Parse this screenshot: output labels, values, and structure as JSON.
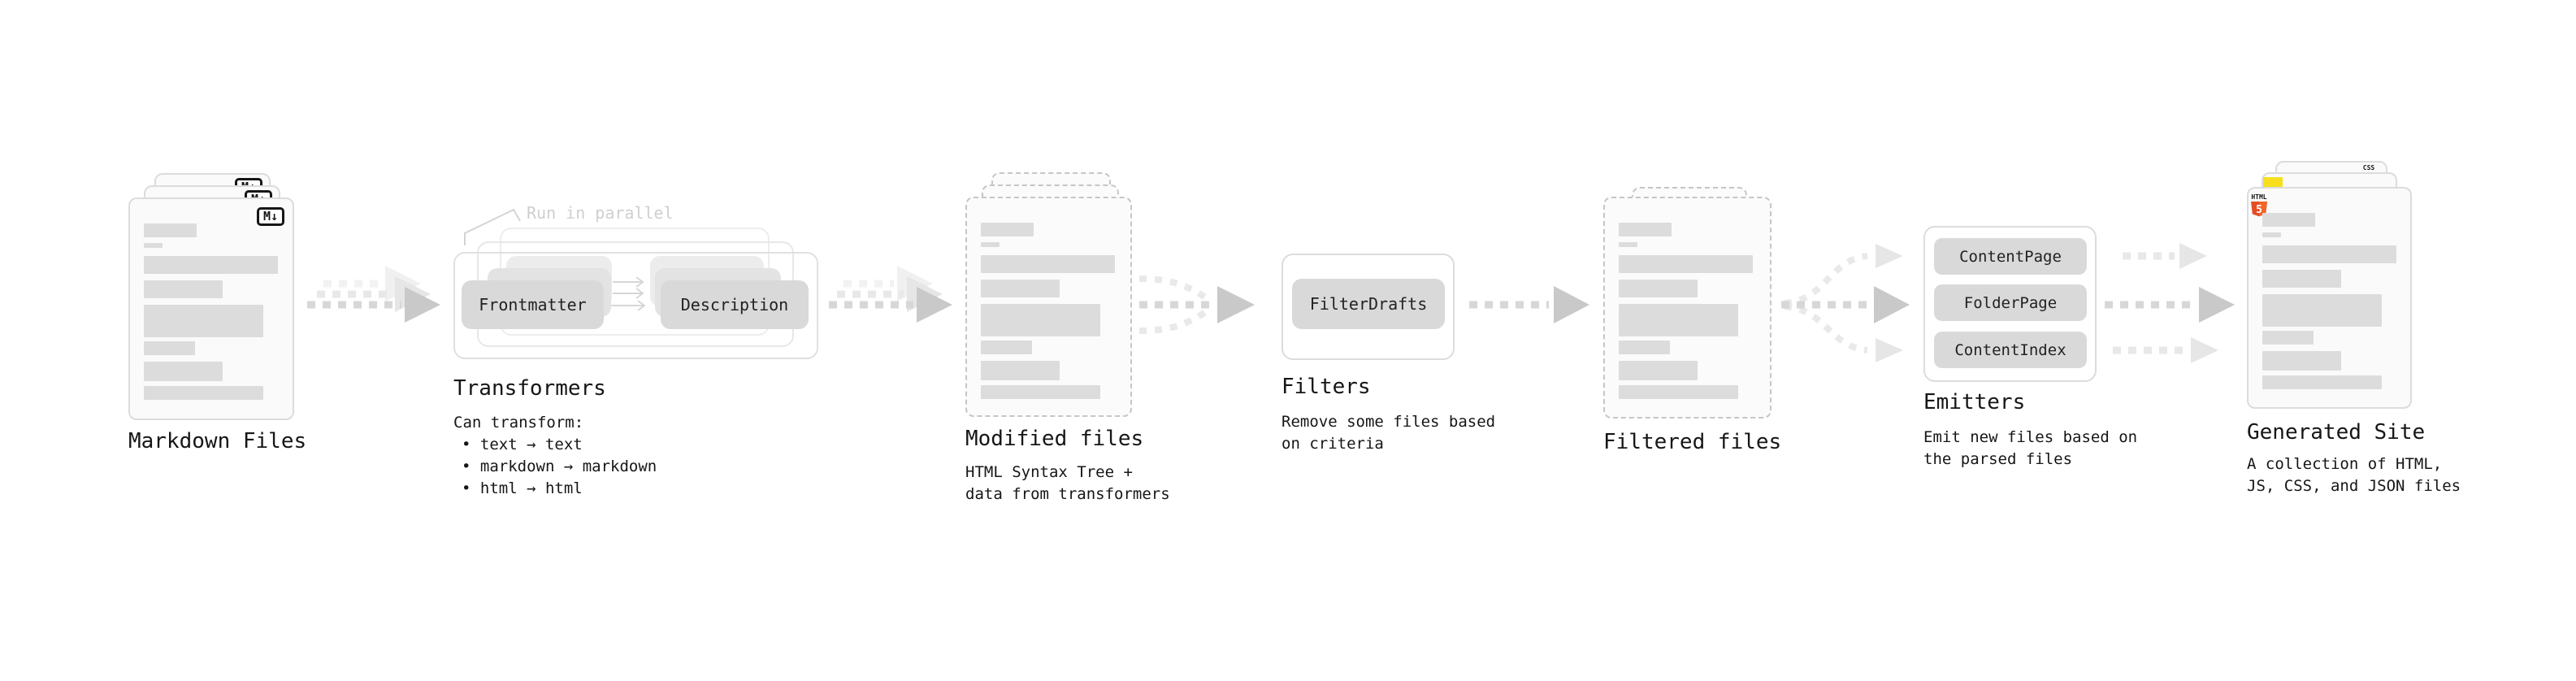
{
  "sections": {
    "markdown": {
      "label": "Markdown Files",
      "badge": "M↓"
    },
    "transformers": {
      "label": "Transformers",
      "note": "Run in parallel",
      "pill_a": "Frontmatter",
      "pill_b": "Description",
      "heading": "Can transform:",
      "bullets": [
        "• text → text",
        "• markdown → markdown",
        "• html → html"
      ]
    },
    "modified": {
      "label": "Modified files",
      "description": "HTML Syntax Tree +\ndata from transformers"
    },
    "filters": {
      "label": "Filters",
      "pill": "FilterDrafts",
      "description": "Remove some files based\non criteria"
    },
    "filtered": {
      "label": "Filtered files"
    },
    "emitters": {
      "label": "Emitters",
      "pills": [
        "ContentPage",
        "FolderPage",
        "ContentIndex"
      ],
      "description": "Emit new files based on\nthe parsed files"
    },
    "generated": {
      "label": "Generated Site",
      "description": "A collection of HTML,\nJS, CSS, and JSON files",
      "badge_css": "CSS",
      "badge_html_word": "HTML",
      "badge_html_num": "5"
    }
  },
  "colors": {
    "js_yellow": "#f7df1e",
    "css_blue": "#2d5be3",
    "html_orange": "#e44d26",
    "html_orange_light": "#f16529"
  }
}
